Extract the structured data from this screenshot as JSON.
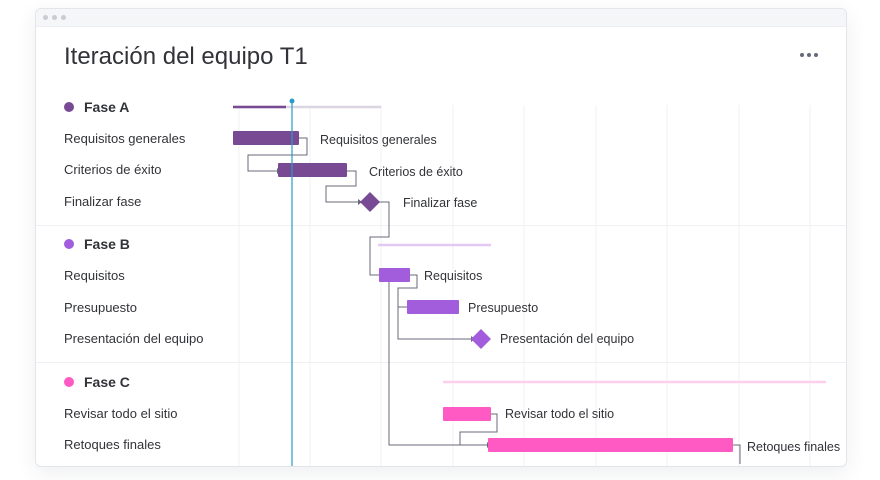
{
  "window": {
    "title": "Iteración del equipo T1",
    "more_icon": "more-horizontal-icon"
  },
  "phases": [
    {
      "name": "Fase A",
      "color": "#784a94",
      "tasks": [
        "Requisitos generales",
        "Criterios de éxito",
        "Finalizar fase"
      ]
    },
    {
      "name": "Fase B",
      "color": "#a25ddc",
      "tasks": [
        "Requisitos",
        "Presupuesto",
        "Presentación del equipo"
      ]
    },
    {
      "name": "Fase C",
      "color": "#ff5ac4",
      "tasks": [
        "Revisar todo el sitio",
        "Retoques finales"
      ]
    }
  ],
  "gantt": {
    "bar_labels": [
      "Requisitos generales",
      "Criterios de éxito",
      "Finalizar fase",
      "Requisitos",
      "Presupuesto",
      "Presentación del equipo",
      "Revisar todo el sitio",
      "Retoques finales"
    ],
    "milestone_icon": "diamond-milestone-icon",
    "today_marker_color": "#2a9cc8"
  }
}
